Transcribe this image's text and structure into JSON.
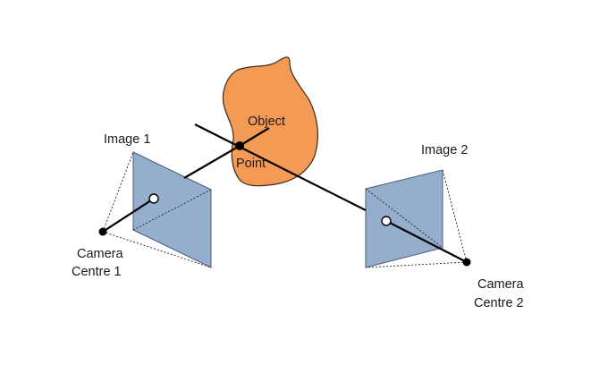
{
  "labels": {
    "image1": "Image 1",
    "image2": "Image 2",
    "object": "Object",
    "point": "Point",
    "camera1_line1": "Camera",
    "camera1_line2": "Centre 1",
    "camera2_line1": "Camera",
    "camera2_line2": "Centre 2"
  },
  "colors": {
    "object_fill": "#F59A55",
    "object_stroke": "#3a2a1a",
    "image_plane_fill": "#94AECB",
    "image_plane_stroke": "#4d5f7a",
    "ray": "#000000",
    "frustum": "#222222"
  }
}
